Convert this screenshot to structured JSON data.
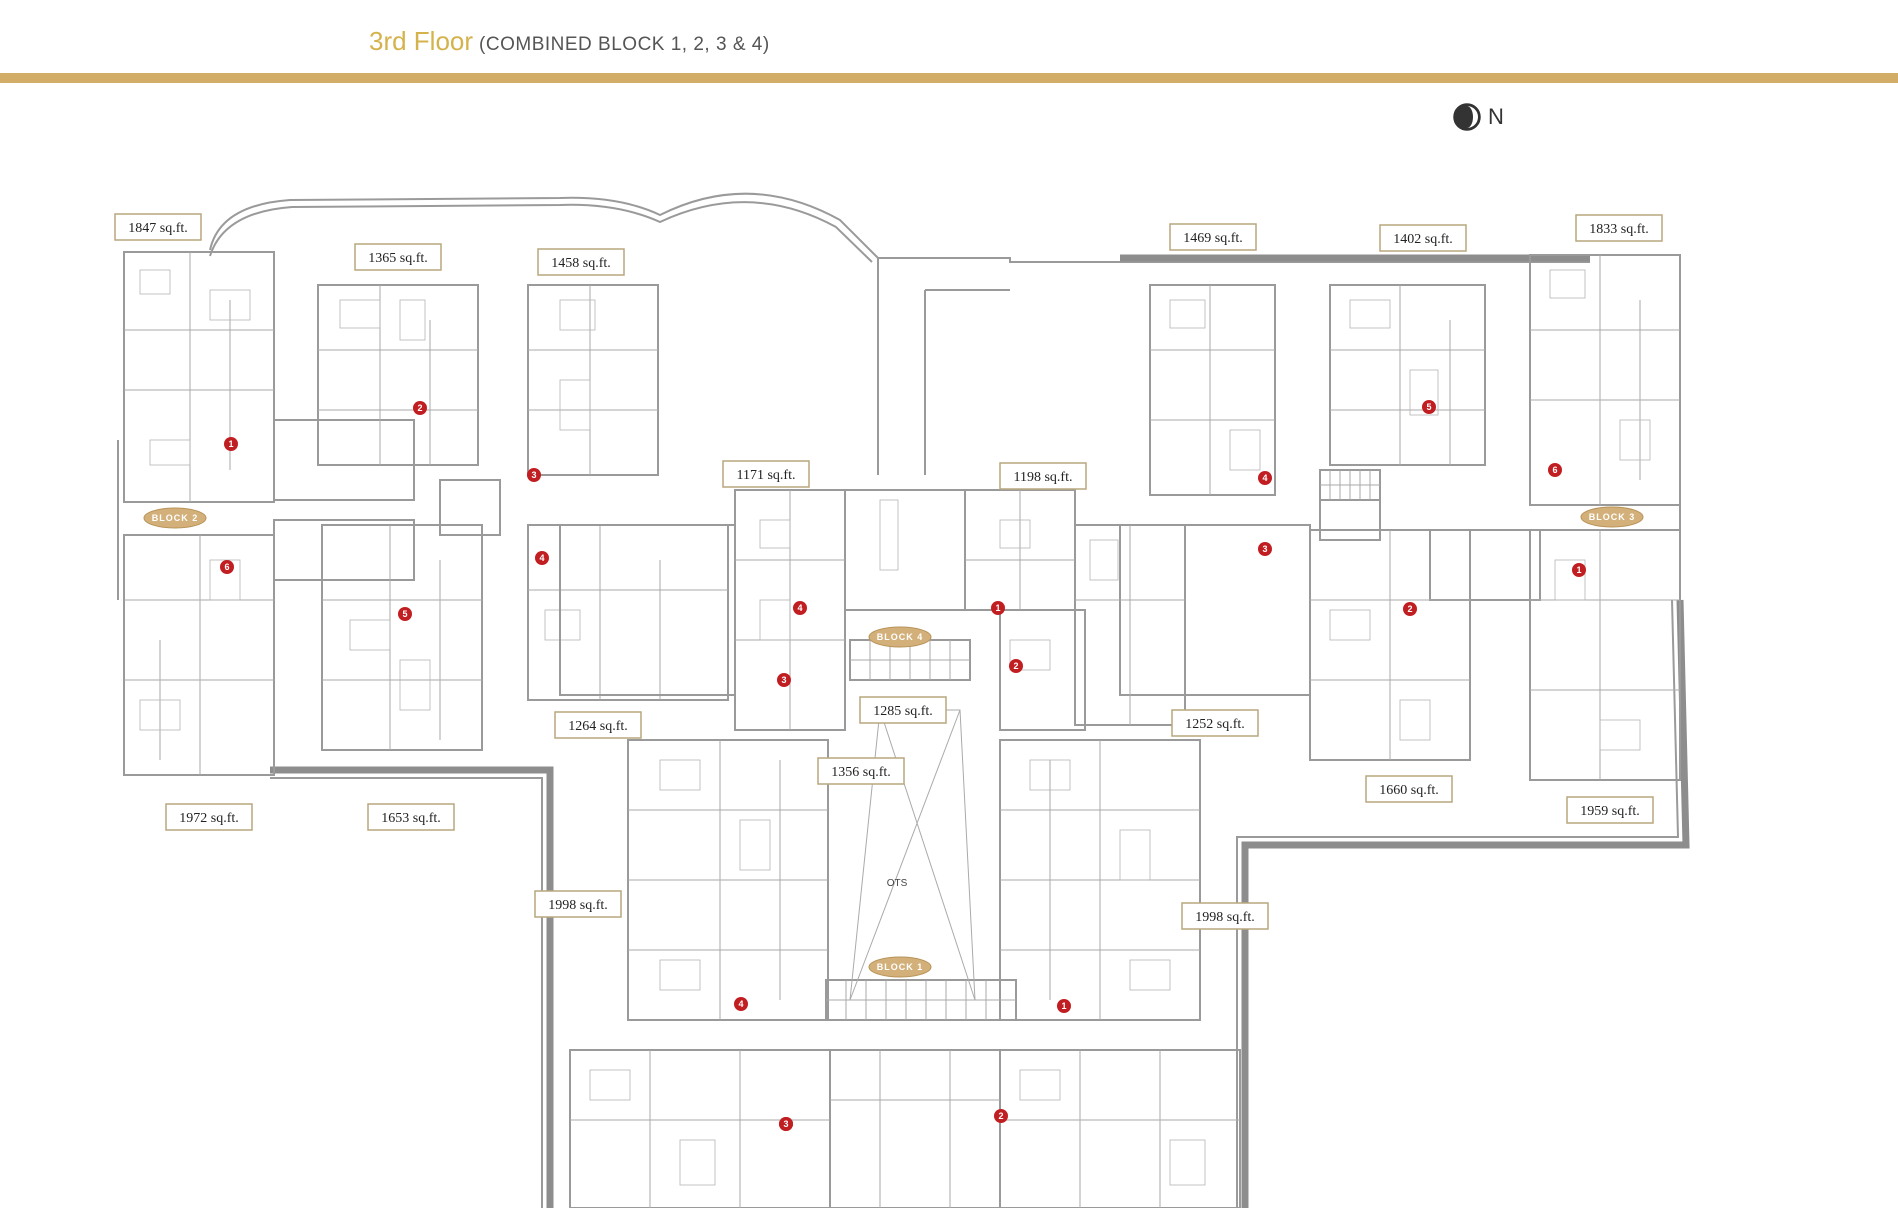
{
  "header": {
    "title": "3rd Floor",
    "subtitle": "(COMBINED BLOCK 1, 2, 3 & 4)",
    "accent_color": "#d4b24c",
    "rule_color": "#d2ad67"
  },
  "compass": {
    "icon": "north-arrow-icon",
    "letter": "N"
  },
  "plan": {
    "areas": [
      "1847 sq.ft.",
      "1365 sq.ft.",
      "1458 sq.ft.",
      "1469 sq.ft.",
      "1402 sq.ft.",
      "1833 sq.ft.",
      "1171 sq.ft.",
      "1198 sq.ft.",
      "1285 sq.ft.",
      "1356 sq.ft.",
      "1264 sq.ft.",
      "1252 sq.ft.",
      "1660 sq.ft.",
      "1972 sq.ft.",
      "1653 sq.ft.",
      "1959 sq.ft.",
      "1998 sq.ft.",
      "1998 sq.ft."
    ],
    "blocks": [
      "BLOCK 2",
      "BLOCK 3",
      "BLOCK 4",
      "BLOCK 1"
    ],
    "units": [
      "1",
      "2",
      "3",
      "6",
      "5",
      "4",
      "4",
      "1",
      "2",
      "3",
      "3",
      "4",
      "5",
      "6",
      "1",
      "2",
      "3",
      "4",
      "1",
      "3",
      "2"
    ],
    "ots_label": "OTS",
    "unit_marker_color": "#c11e22",
    "block_pill_color": "#d3b07a"
  }
}
